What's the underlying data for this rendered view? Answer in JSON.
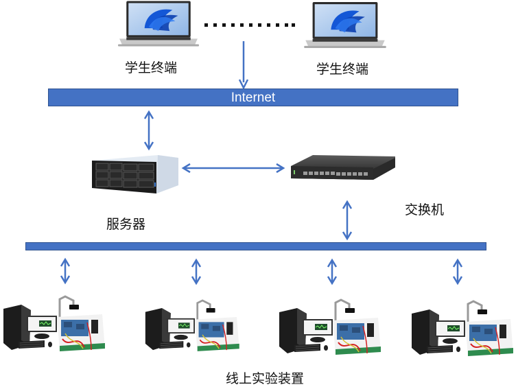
{
  "student_terminals": [
    {
      "label": "学生终端",
      "icon": "laptop-icon"
    },
    {
      "label": "学生终端",
      "icon": "laptop-icon"
    }
  ],
  "ellipsis": "more-terminals",
  "internet_bus": {
    "label": "Internet",
    "color": "#4472c4"
  },
  "server": {
    "label": "服务器",
    "icon": "rack-server-icon"
  },
  "switch": {
    "label": "交换机",
    "icon": "network-switch-icon"
  },
  "lan_bus": {
    "label": "",
    "color": "#4472c4"
  },
  "devices": {
    "label": "线上实验装置",
    "items": [
      {
        "icon": "lab-station-icon"
      },
      {
        "icon": "lab-station-icon"
      },
      {
        "icon": "lab-station-icon"
      },
      {
        "icon": "lab-station-icon"
      }
    ]
  },
  "arrow_color": "#4472c4"
}
